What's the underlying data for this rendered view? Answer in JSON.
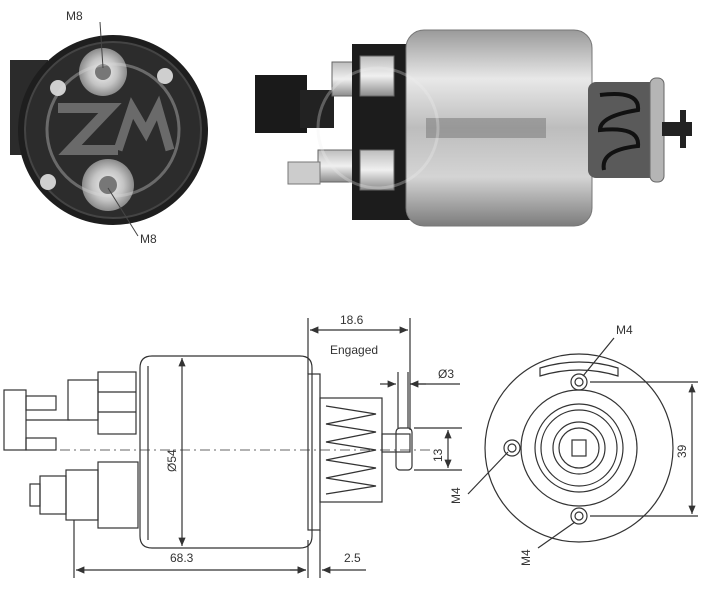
{
  "photo_labels": {
    "top_terminal": "M8",
    "bottom_terminal": "M8"
  },
  "drawing_labels": {
    "engaged_dim": "18.6",
    "engaged_caption": "Engaged",
    "pin_diameter": "Ø3",
    "body_diameter": "Ø54",
    "plunger_height": "13",
    "overall_length": "68.3",
    "flange_offset": "2.5",
    "mount_top": "M4",
    "mount_left": "M4",
    "mount_bottom": "M4",
    "hole_spacing": "39"
  },
  "colors": {
    "line": "#333333",
    "dark_body": "#2a2a2a",
    "metal_light": "#d9d9d9",
    "metal_mid": "#a8a8a8"
  }
}
